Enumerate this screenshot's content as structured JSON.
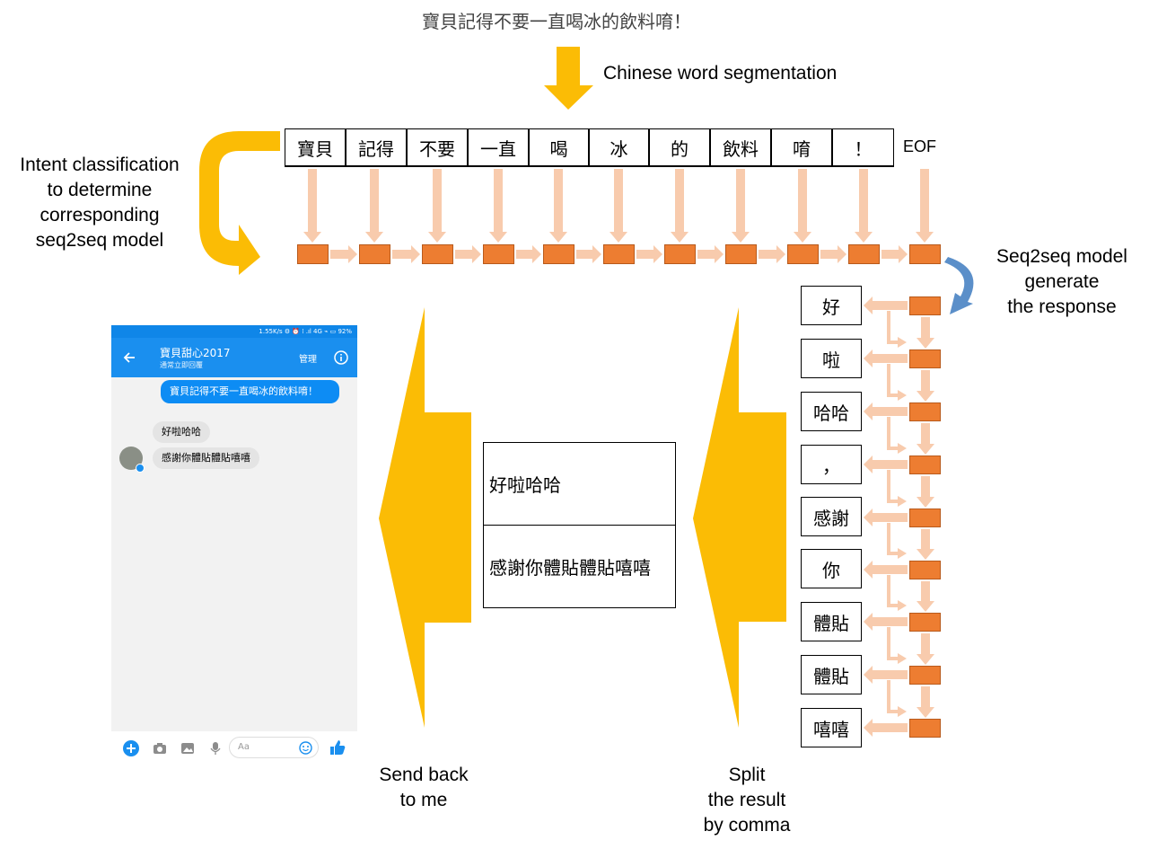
{
  "input_sentence": "寶貝記得不要一直喝冰的飲料唷！",
  "captions": {
    "segmentation": "Chinese word segmentation",
    "intent": [
      "Intent classification",
      "to determine",
      "corresponding",
      "seq2seq model"
    ],
    "generate": [
      "Seq2seq model",
      "generate",
      "the response"
    ],
    "split": [
      "Split",
      "the result",
      "by comma"
    ],
    "send": [
      "Send back",
      "to me"
    ]
  },
  "tokens": [
    "寶貝",
    "記得",
    "不要",
    "一直",
    "喝",
    "冰",
    "的",
    "飲料",
    "唷",
    "！"
  ],
  "eof_label": "EOF",
  "output_tokens": [
    "好",
    "啦",
    "哈哈",
    "，",
    "感謝",
    "你",
    "體貼",
    "體貼",
    "嘻嘻"
  ],
  "split_results": [
    "好啦哈哈",
    "感謝你體貼體貼嘻嘻"
  ],
  "phone": {
    "status": "1.55K/s ⚙ ⏰ ⁞ .ıl 4G ⌁ ▭ 92%",
    "chat_title": "寶貝甜心2017",
    "chat_subtitle": "通常立即回覆",
    "manage_label": "管理",
    "sent_message": "寶貝記得不要一直喝冰的飲料唷！",
    "replies": [
      "好啦哈哈",
      "感謝你體貼體貼嘻嘻"
    ],
    "input_placeholder": "Aa"
  },
  "colors": {
    "yellow": "#fbbc05",
    "cell": "#ed7d31",
    "light_arrow": "#f8cbad",
    "blue_arrow": "#5b8fc9",
    "messenger_blue": "#1a8fef"
  }
}
